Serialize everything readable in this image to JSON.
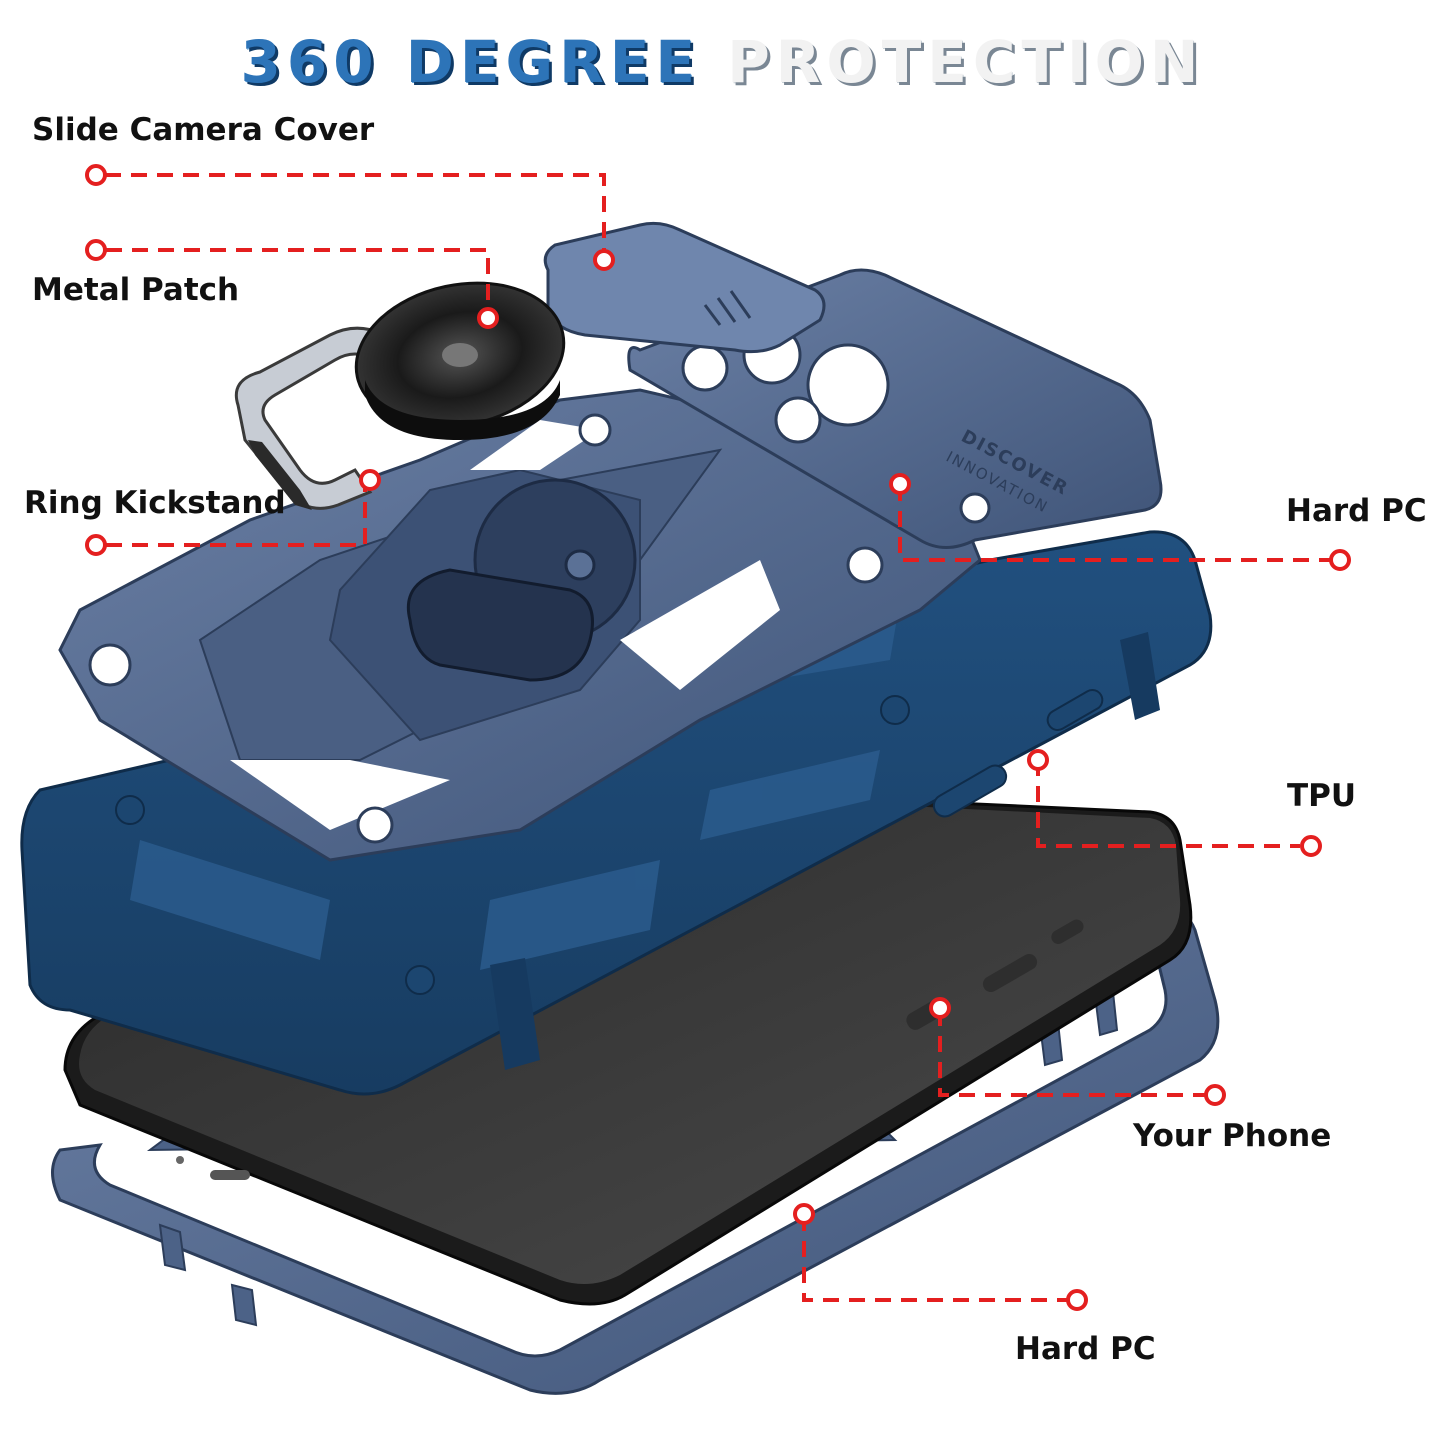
{
  "title": {
    "part1": "360 DEGREE ",
    "part2": "PROTECTION"
  },
  "colors": {
    "accent_blue": "#2d74b8",
    "case_navy": "#1e4a78",
    "pc_grey_blue": "#5b7196",
    "callout_red": "#e41f1f",
    "phone_black": "#141414"
  },
  "engraving": {
    "line1": "DISCOVER",
    "line2": "INNOVATION"
  },
  "labels": {
    "slide_camera_cover": "Slide Camera Cover",
    "metal_patch": "Metal Patch",
    "ring_kickstand": "Ring Kickstand",
    "hard_pc_top": "Hard PC",
    "tpu": "TPU",
    "your_phone": "Your Phone",
    "hard_pc_bottom": "Hard PC"
  }
}
